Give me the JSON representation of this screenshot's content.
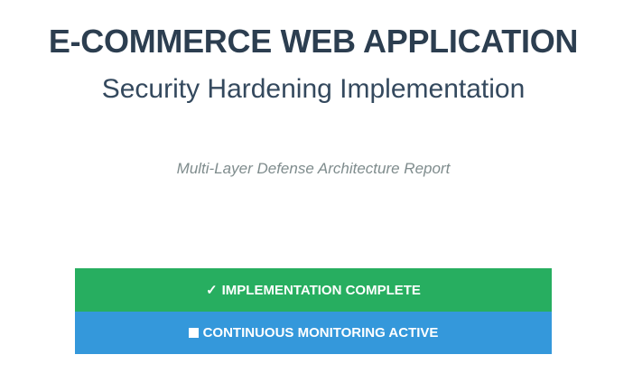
{
  "header": {
    "title": "E-COMMERCE WEB APPLICATION",
    "subtitle": "Security Hardening Implementation",
    "tagline": "Multi-Layer Defense Architecture Report"
  },
  "status": {
    "complete": {
      "icon": "check-icon",
      "glyph": "✓",
      "label": "IMPLEMENTATION COMPLETE",
      "color": "#27ae60"
    },
    "monitoring": {
      "icon": "square-icon",
      "label": "CONTINUOUS MONITORING ACTIVE",
      "color": "#3498db"
    }
  }
}
